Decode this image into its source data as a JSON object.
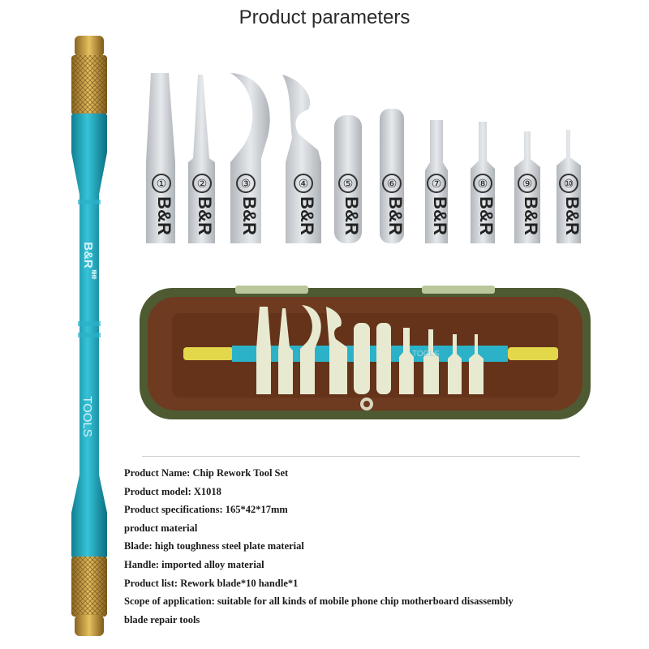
{
  "title": "Product parameters",
  "handle": {
    "brand": "B&R",
    "brand_small": "精修",
    "label": "TOOLS"
  },
  "blades": [
    {
      "num": "①",
      "brand": "B&R",
      "shape": "wide-flat"
    },
    {
      "num": "②",
      "brand": "B&R",
      "shape": "narrow-taper"
    },
    {
      "num": "③",
      "brand": "B&R",
      "shape": "large-hook"
    },
    {
      "num": "④",
      "brand": "B&R",
      "shape": "small-hook"
    },
    {
      "num": "⑤",
      "brand": "B&R",
      "shape": "round-wide"
    },
    {
      "num": "⑥",
      "brand": "B&R",
      "shape": "round-medium"
    },
    {
      "num": "⑦",
      "brand": "B&R",
      "shape": "round-narrow"
    },
    {
      "num": "⑧",
      "brand": "B&R",
      "shape": "pin-medium"
    },
    {
      "num": "⑨",
      "brand": "B&R",
      "shape": "pin-small"
    },
    {
      "num": "⑩",
      "brand": "B&R",
      "shape": "pin-fine"
    }
  ],
  "case": {
    "handle_label": "TOOLS",
    "color_body": "#6e3a20",
    "color_frame": "#4e5a32"
  },
  "colors": {
    "handle_blue": "#1fa6be",
    "handle_gold": "#b58a2e",
    "blade_silver": "#c9cdd1"
  },
  "specs": [
    "Product Name: Chip Rework Tool Set",
    "Product model: X1018",
    "Product specifications: 165*42*17mm",
    "product material",
    "Blade: high toughness steel plate material",
    "Handle: imported alloy material",
    "Product list: Rework blade*10 handle*1",
    "Scope of application: suitable for all kinds of mobile phone chip motherboard disassembly",
    "blade repair tools"
  ]
}
